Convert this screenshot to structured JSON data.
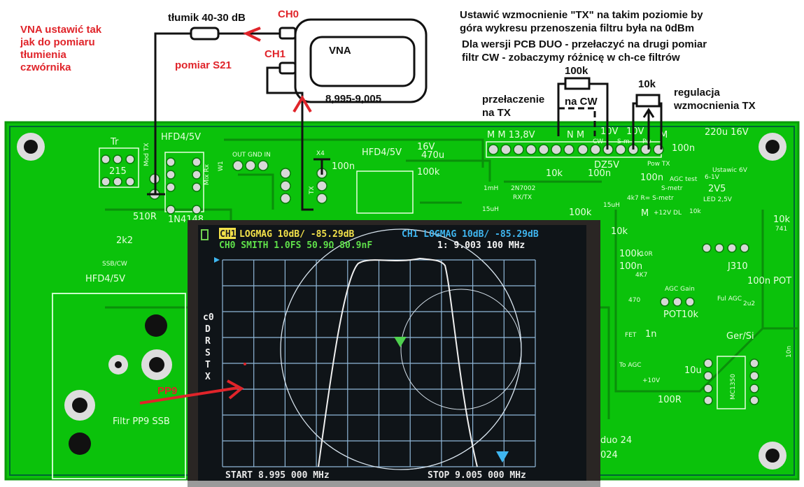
{
  "annotations": {
    "vna_setup": [
      "VNA ustawić tak",
      "jak do pomiaru",
      "tłumienia",
      "czwórnika"
    ],
    "attenuator": "tłumik 40-30 dB",
    "ch0": "CH0",
    "ch1": "CH1",
    "vna": "VNA",
    "measurement": "pomiar S21",
    "freq_range": "8,995-9,005",
    "tx_gain_note": [
      "Ustawić wzmocnienie \"TX\" na takim poziomie by",
      "góra wykresu przenoszenia filtru była na 0dBm"
    ],
    "duo_note": [
      "Dla wersji PCB DUO - przełaczyć na drugi pomiar",
      "filtr CW - zobaczymy różnicę w ch-ce filtrów"
    ],
    "r100k": "100k",
    "cw_switch": "na CW",
    "tx_switch": [
      "przełaczenie",
      "na TX"
    ],
    "pot10k": "10k",
    "gain_adj": [
      "regulacja",
      "wzmocnienia TX"
    ],
    "pp9": "PP9"
  },
  "pcb": {
    "labels": [
      "Tr",
      "215",
      "Mod TX",
      "HFD4/5V",
      "Mix Rx",
      "W1",
      "OUT GND IN",
      "X4",
      "TX",
      "HFD4/5V",
      "16V",
      "470u",
      "100n",
      "100k",
      "510R",
      "1N4148",
      "2k2",
      "SSB/CW",
      "HFD4/5V",
      "Filtr PP9 SSB",
      "M M 13,8V",
      "N M",
      "10V",
      "10V",
      "M",
      "CW",
      "S-m",
      "Pw",
      "220u 16V",
      "100n",
      "DZ5V",
      "Pow TX",
      "Ustawic 6V",
      "10k",
      "100n",
      "100n",
      "1mH",
      "2N7002",
      "RX/TX",
      "AGC test",
      "6-1V",
      "S-metr",
      "2V5",
      "LED 2,5V",
      "4k7 R= S-metr",
      "15uH",
      "15uH",
      "100k",
      "10k",
      "M",
      "+12V DL",
      "10k",
      "741",
      "10k",
      "100k",
      "10R",
      "100n",
      "4K7",
      "J310",
      "100n POT",
      "AGC Gain",
      "470",
      "POT10k",
      "Ful AGC",
      "2u2",
      "FET",
      "1n",
      "Ger/Si",
      "To AGC",
      "10u",
      "MC1350",
      "10n",
      "+10V",
      "100R",
      "duo 24",
      "024"
    ]
  },
  "vna_screen": {
    "ch1_badge": "CH1",
    "trace1": "LOGMAG 10dB/ -85.29dB",
    "trace0": "CH0 SMITH 1.0FS  50.9Ω 80.9nF",
    "trace1_right": "CH1 LOGMAG 10dB/ -85.29dB",
    "marker": "1: 9.003 100 MHz",
    "side_menu": [
      "c0",
      "D",
      "R",
      "S",
      "T",
      "X"
    ],
    "start": "START 8.995 000 MHz",
    "stop": "STOP 9.005 000 MHz",
    "colors": {
      "ch1": "#f2e14a",
      "ch0": "#5fe04a",
      "right": "#3fb6f0",
      "marker1": "#3fb6f0",
      "marker0": "#4fd04f"
    }
  }
}
